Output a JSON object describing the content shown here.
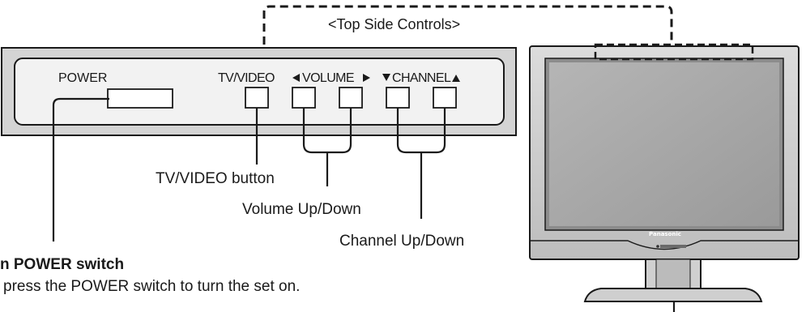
{
  "header": {
    "title": "<Top Side Controls>"
  },
  "panel": {
    "power_label": "POWER",
    "tv_video_label": "TV/VIDEO",
    "volume_label": "VOLUME",
    "channel_label": "CHANNEL"
  },
  "callouts": {
    "tv_video": "TV/VIDEO button",
    "volume": "Volume Up/Down",
    "channel": "Channel Up/Down",
    "main_power": "n POWER switch",
    "main_power_desc": "press the POWER switch to turn the set on."
  },
  "tv": {
    "brand": "Panasonic"
  },
  "colors": {
    "panel_fill": "#d4d4d4",
    "panel_face": "#f2f2f2",
    "screen": "#a9a9a9",
    "bezel": "#b8b8b8",
    "line": "#1a1a1a"
  },
  "icons": [
    "triangle-left-icon",
    "triangle-right-icon",
    "triangle-down-icon",
    "triangle-up-icon"
  ]
}
